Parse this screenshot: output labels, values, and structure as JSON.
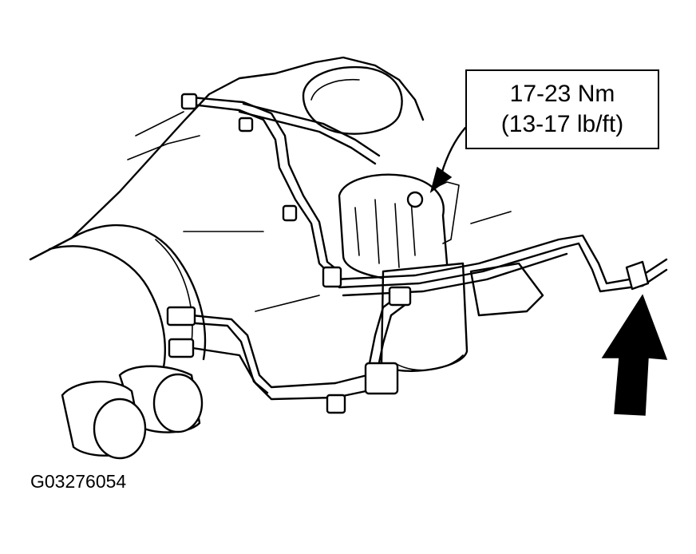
{
  "callout": {
    "torque_nm": "17-23 Nm",
    "torque_lbft": "(13-17 lb/ft)"
  },
  "figure": {
    "id": "G03276054"
  }
}
